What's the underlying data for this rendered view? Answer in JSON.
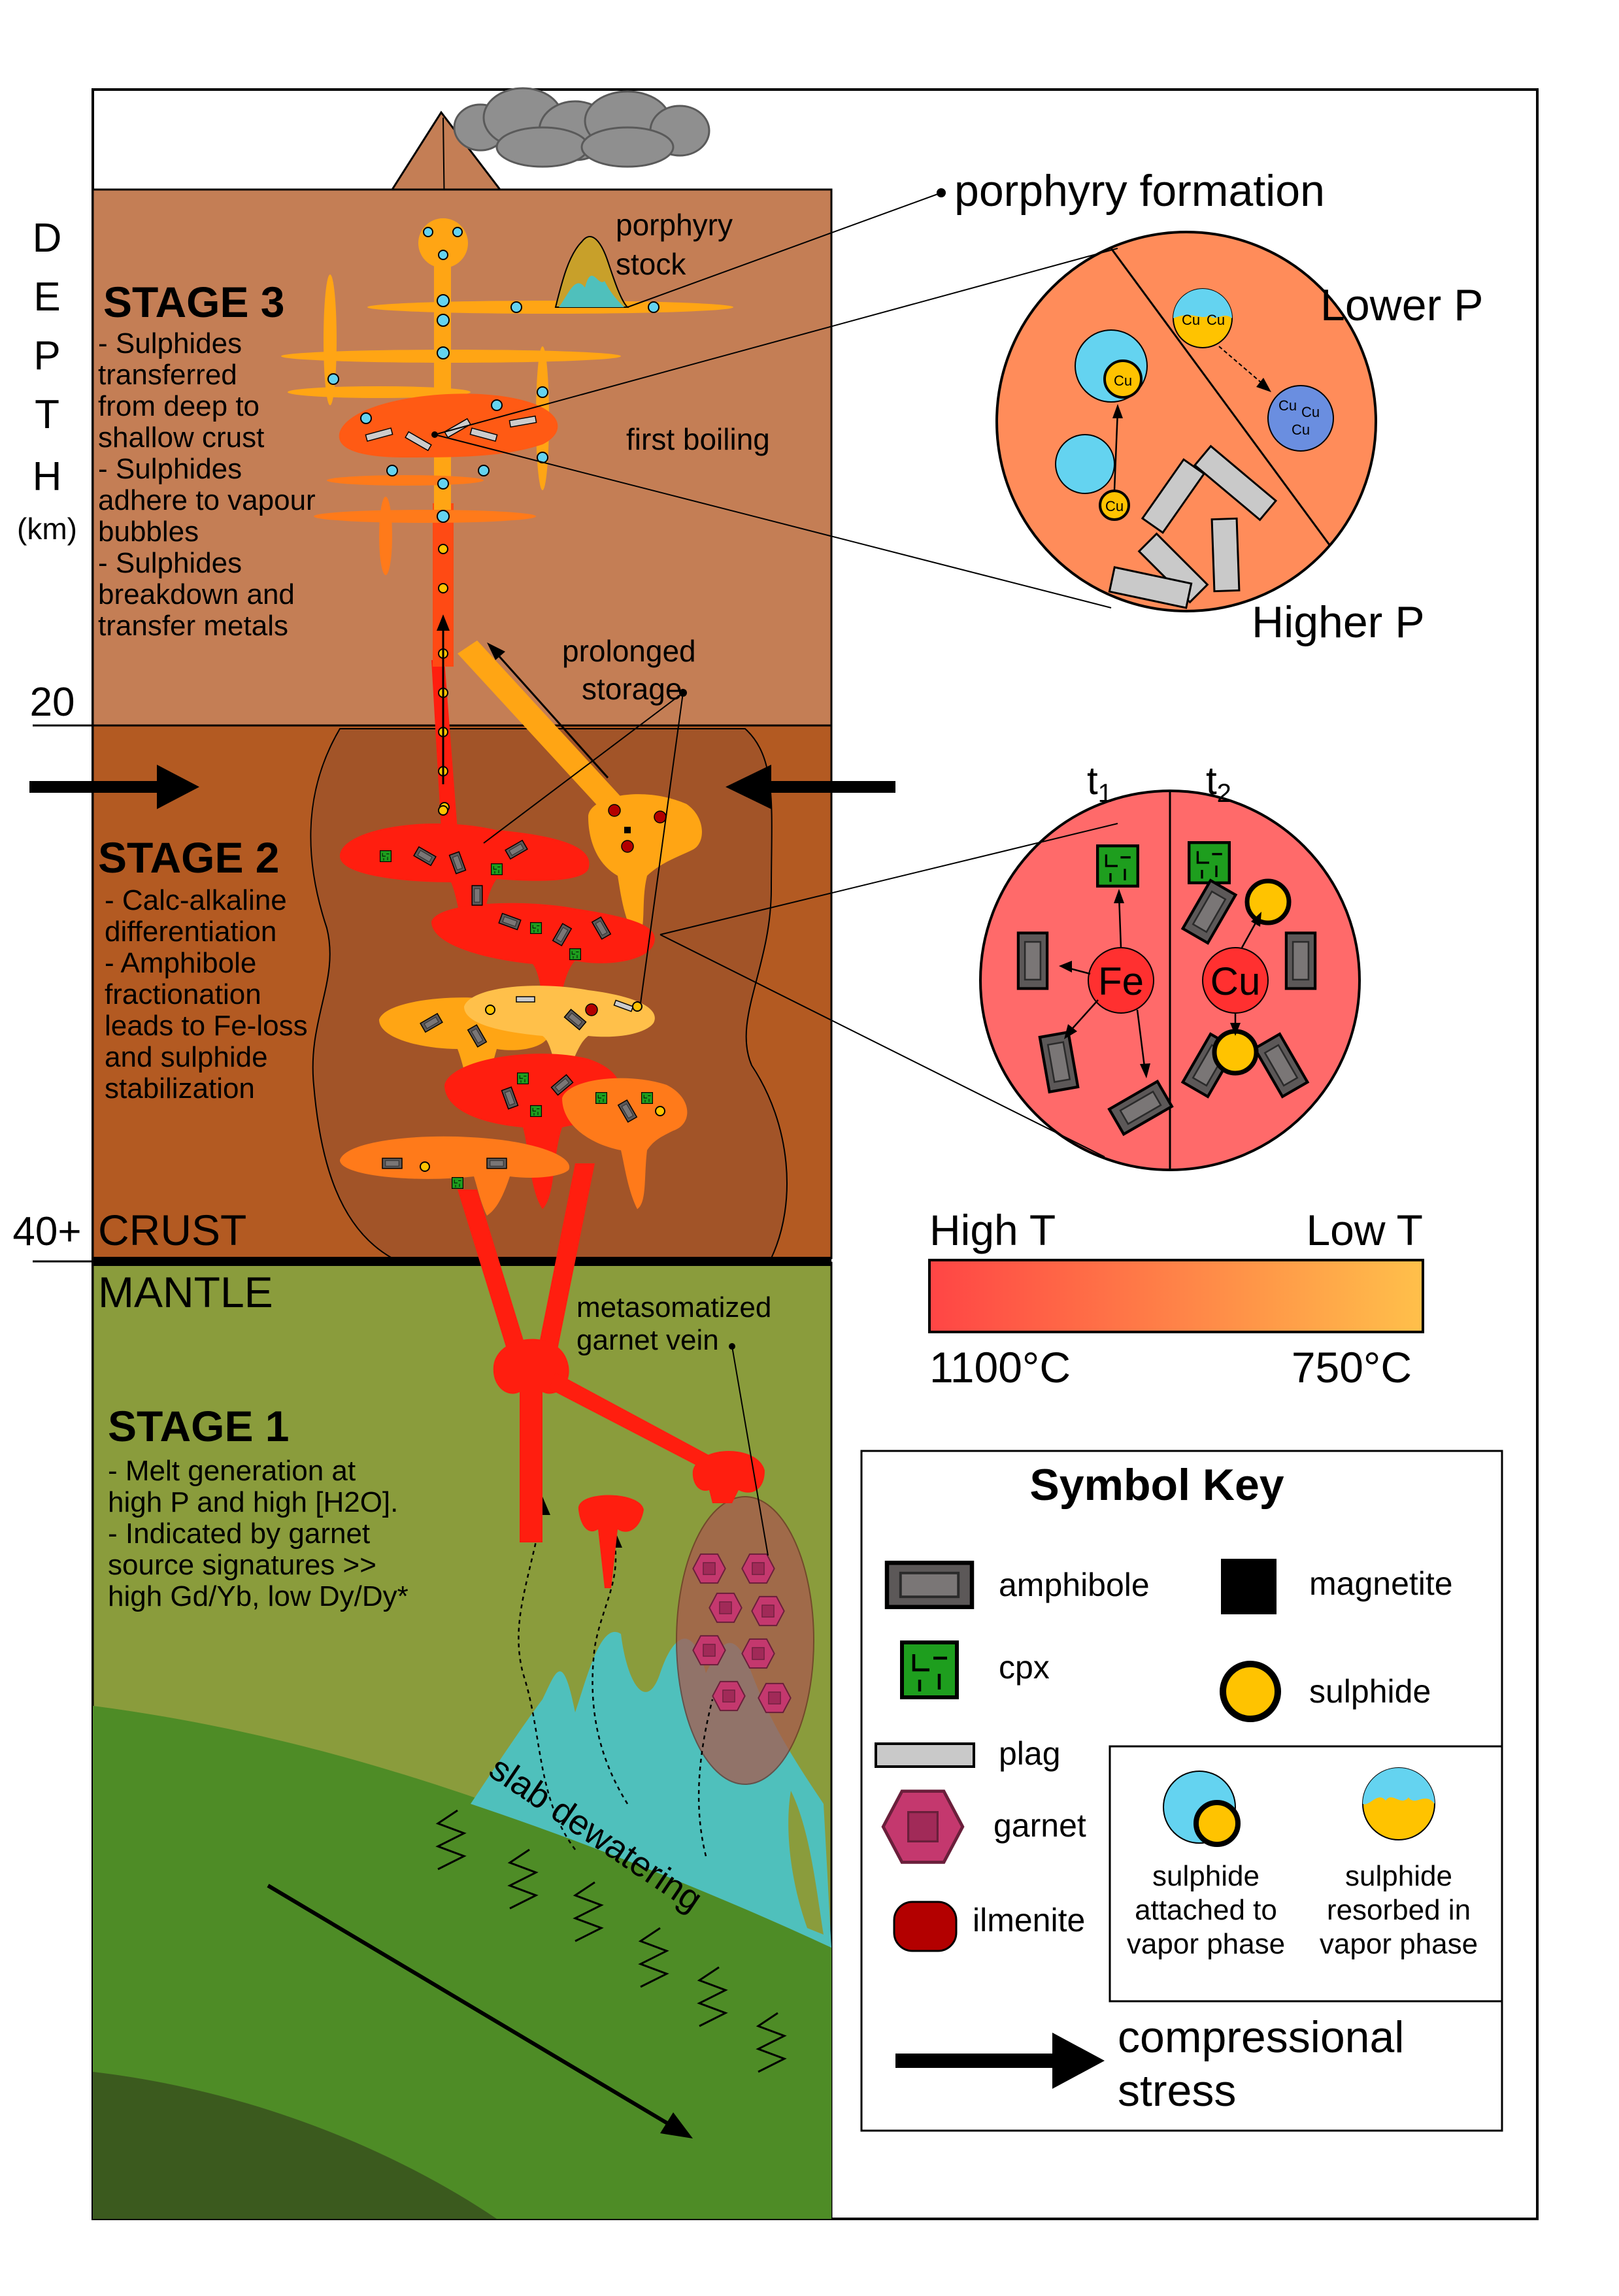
{
  "depth_axis": {
    "letters": [
      "D",
      "E",
      "P",
      "T",
      "H"
    ],
    "unit": "(km)",
    "tick_20": "20",
    "tick_40": "40+"
  },
  "layers": {
    "crust": "CRUST",
    "mantle": "MANTLE"
  },
  "stage3": {
    "title": "STAGE 3",
    "lines": [
      "- Sulphides",
      "transferred",
      "from deep to",
      "shallow crust",
      "- Sulphides",
      "adhere to vapour",
      "bubbles",
      "- Sulphides",
      "breakdown and",
      "transfer metals"
    ]
  },
  "stage2": {
    "title": "STAGE 2",
    "lines": [
      "- Calc-alkaline",
      "differentiation",
      "- Amphibole",
      "fractionation",
      "leads to Fe-loss",
      "and sulphide",
      "stabilization"
    ]
  },
  "stage1": {
    "title": "STAGE 1",
    "lines": [
      "- Melt generation at",
      "high P and high [H2O].",
      "- Indicated by garnet",
      "source signatures >>",
      "high Gd/Yb, low Dy/Dy*"
    ]
  },
  "annotations": {
    "porphyry_stock": [
      "porphyry",
      "stock"
    ],
    "first_boiling": "first boiling",
    "prolonged_storage": [
      "prolonged",
      "storage"
    ],
    "metasomatized": [
      "metasomatized",
      "garnet vein"
    ],
    "slab_dewatering": "slab dewatering",
    "porphyry_formation": "porphyry formation"
  },
  "inset_pressure": {
    "lower_p": "Lower P",
    "higher_p": "Higher P",
    "cu": "Cu",
    "cu_group": [
      "Cu",
      "Cu",
      "Cu"
    ]
  },
  "inset_time": {
    "t1": "t",
    "t1_sub": "1",
    "t2": "t",
    "t2_sub": "2",
    "fe": "Fe",
    "cu": "Cu"
  },
  "temperature_scale": {
    "high_label": "High T",
    "low_label": "Low T",
    "high_value": "1100°C",
    "low_value": "750°C",
    "color_high": "#ff4545",
    "color_low": "#ffc04a"
  },
  "symbol_key": {
    "title": "Symbol Key",
    "amphibole": "amphibole",
    "magnetite": "magnetite",
    "cpx": "cpx",
    "sulphide": "sulphide",
    "plag": "plag",
    "garnet": "garnet",
    "ilmenite": "ilmenite",
    "sulphide_attached": [
      "sulphide",
      "attached to",
      "vapor phase"
    ],
    "sulphide_resorbed": [
      "sulphide",
      "resorbed in",
      "vapor phase"
    ],
    "compressional": [
      "compressional",
      "stress"
    ]
  },
  "colors": {
    "stage3_crust": "#c47e55",
    "stage2_crust": "#b35a22",
    "mantle": "#8a9c3c",
    "slab": "#4e8c26",
    "slab_deep": "#3b5a1e",
    "fluid": "#4fc0bc",
    "melt_hot": "#ff1e0f",
    "melt_mid": "#ff7a1a",
    "melt_cool": "#ffa514",
    "sulphide": "#ffc300",
    "vapour": "#64d3f0"
  }
}
